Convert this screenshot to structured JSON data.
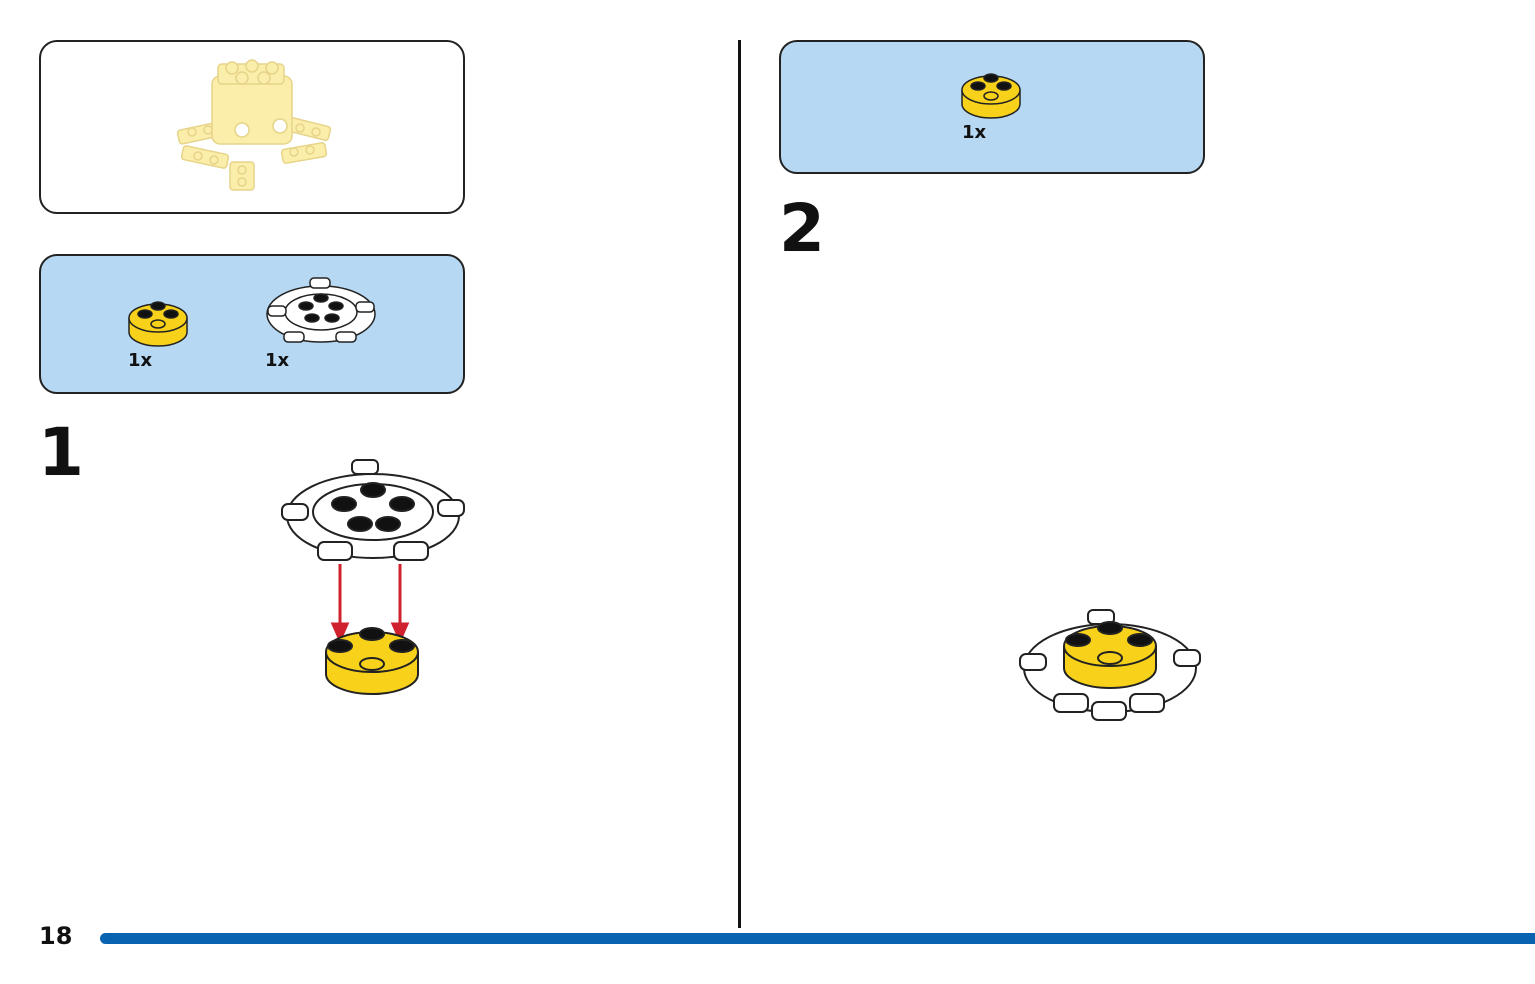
{
  "colors": {
    "accent_blue": "#0a63b0",
    "parts_panel": "#b6d8f2",
    "brick_yellow": "#f8d21a",
    "faded_yellow": "#fbedaa",
    "arrow_red": "#d0222e"
  },
  "preview": {
    "icon": "octopus-model-preview"
  },
  "step1": {
    "number": "1",
    "parts": [
      {
        "icon": "yellow-round-plate",
        "qty": "1x"
      },
      {
        "icon": "white-octopus-legs-plate",
        "qty": "1x"
      }
    ]
  },
  "step2": {
    "number": "2",
    "parts": [
      {
        "icon": "yellow-round-plate",
        "qty": "1x"
      }
    ]
  },
  "footer": {
    "page_number": "18"
  }
}
